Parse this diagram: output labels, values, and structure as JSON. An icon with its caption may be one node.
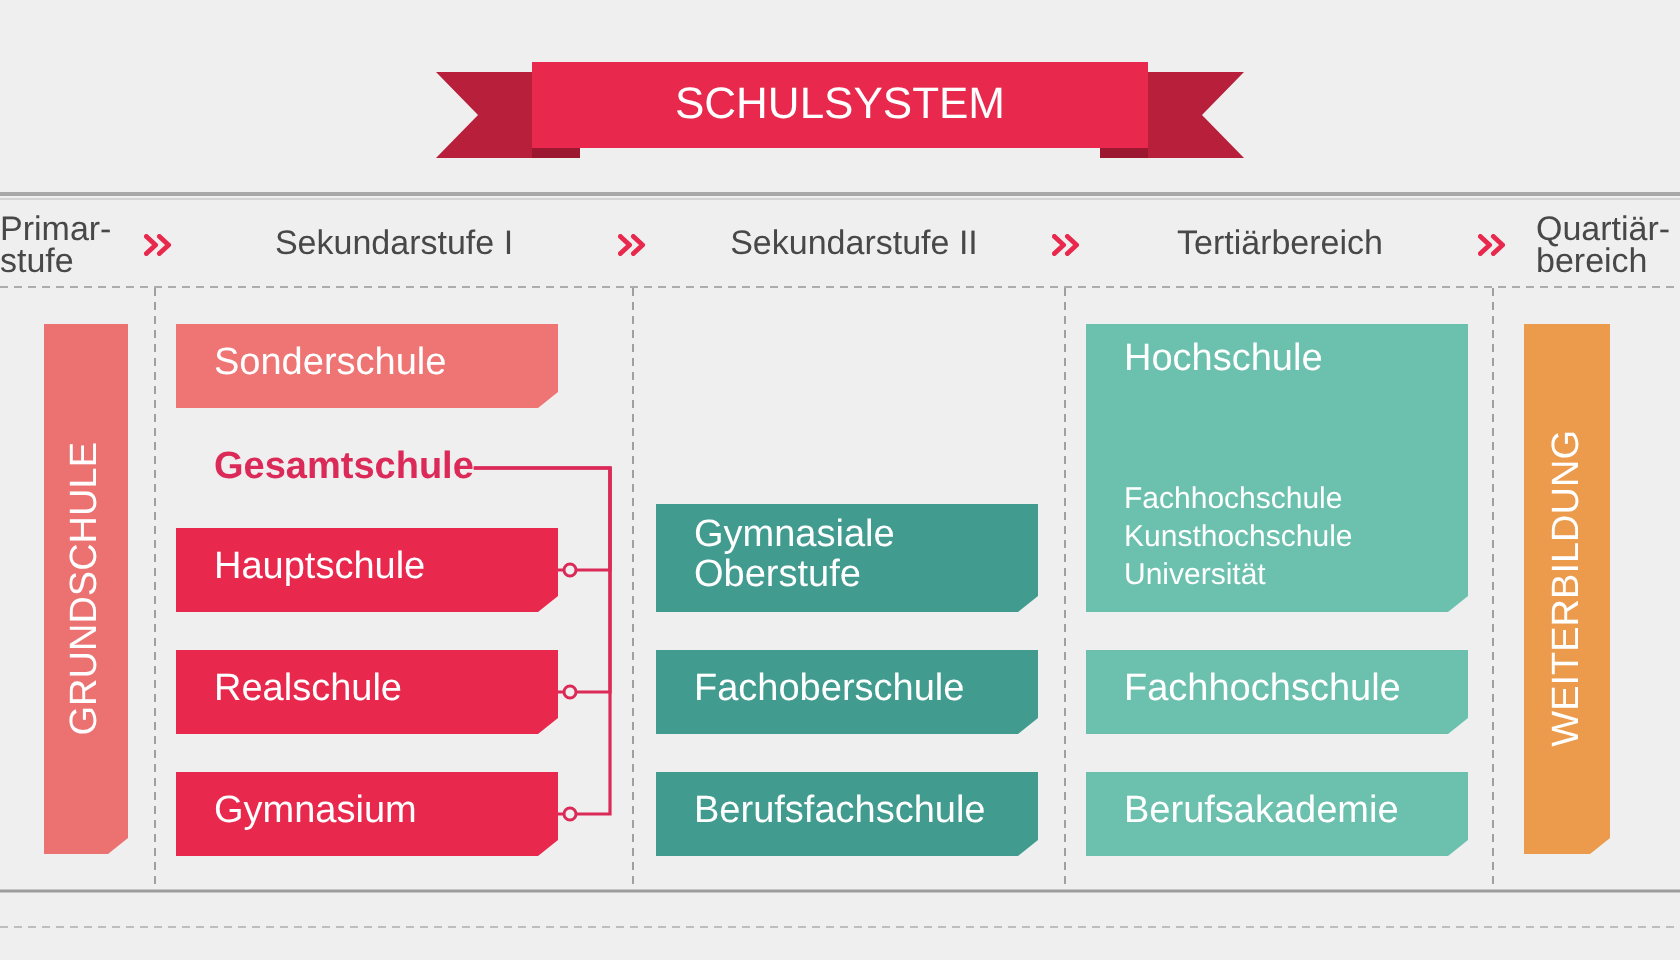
{
  "diagram": {
    "title": "SCHULSYSTEM",
    "nodes": [
      {
        "text": [
          "GRUNDSCHULE"
        ]
      },
      {
        "text": [
          "Sonderschule"
        ]
      },
      {
        "text": [
          "Gesamtschule"
        ]
      },
      {
        "text": [
          "Hauptschule"
        ]
      },
      {
        "text": [
          "Realschule"
        ]
      },
      {
        "text": [
          "Gymnasium"
        ]
      },
      {
        "text": [
          "Gymnasiale Oberstufe"
        ]
      },
      {
        "text": [
          "Fachoberschule"
        ]
      },
      {
        "text": [
          "Berufsfachschule"
        ]
      },
      {
        "text": [
          "Hochschule",
          "Fachhochschule",
          "Kunsthochschule",
          "Universität"
        ]
      },
      {
        "text": [
          "Fachhochschule"
        ]
      },
      {
        "text": [
          "Berufsakademie"
        ]
      },
      {
        "text": [
          "WEITERBILDUNG"
        ]
      }
    ],
    "edges": [
      {
        "from": 2,
        "to": 3,
        "arrow": "other"
      },
      {
        "from": 2,
        "to": 4,
        "arrow": "other"
      },
      {
        "from": 2,
        "to": 5,
        "arrow": "other"
      }
    ],
    "labels": [
      "Primar- stufe",
      "Sekundarstufe I",
      "Sekundarstufe II",
      "Tertiärbereich",
      "Quartiär- bereich"
    ]
  }
}
